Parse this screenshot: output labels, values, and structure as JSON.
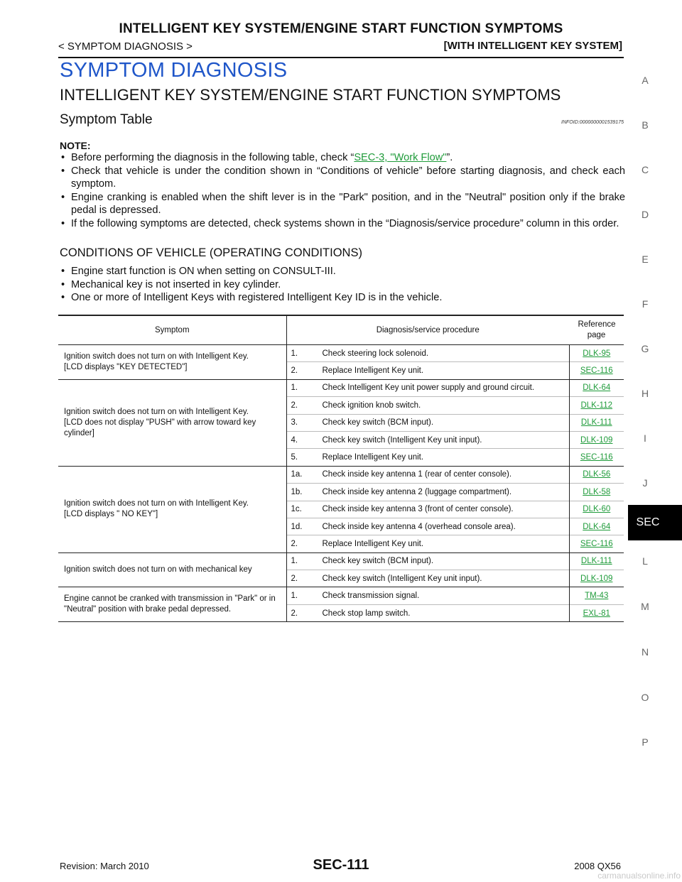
{
  "header": {
    "title": "INTELLIGENT KEY SYSTEM/ENGINE START FUNCTION SYMPTOMS",
    "left": "< SYMPTOM DIAGNOSIS >",
    "right": "[WITH INTELLIGENT KEY SYSTEM]"
  },
  "section_title": "SYMPTOM DIAGNOSIS",
  "subsection_title": "INTELLIGENT KEY SYSTEM/ENGINE START FUNCTION SYMPTOMS",
  "table_title": "Symptom Table",
  "infoid": "INFOID:0000000001539175",
  "note": {
    "label": "NOTE:",
    "b1_pre": "Before performing the diagnosis in the following table, check “",
    "b1_link": "SEC-3, \"Work Flow\"",
    "b1_post": "”.",
    "b2": "Check that vehicle is under the condition shown in “Conditions of vehicle” before starting diagnosis, and check each symptom.",
    "b3": "Engine cranking is enabled when the shift lever is in the \"Park\" position, and in the \"Neutral\" position only if the brake pedal is depressed.",
    "b4": "If the following symptoms are detected, check systems shown in the “Diagnosis/service procedure” column in this order."
  },
  "conditions": {
    "title": "CONDITIONS OF VEHICLE (OPERATING CONDITIONS)",
    "items": [
      "Engine start function is ON when setting on CONSULT-III.",
      "Mechanical key is not inserted in key cylinder.",
      "One or more of Intelligent Keys with registered Intelligent Key ID is in the vehicle."
    ]
  },
  "table": {
    "headers": {
      "symptom": "Symptom",
      "procedure": "Diagnosis/service procedure",
      "reference": "Reference page"
    },
    "groups": [
      {
        "symptom": "Ignition switch does not turn on with Intelligent Key.\n[LCD displays \"KEY DETECTED\"]",
        "steps": [
          {
            "num": "1.",
            "text": "Check steering lock solenoid.",
            "ref": "DLK-95"
          },
          {
            "num": "2.",
            "text": "Replace Intelligent Key unit.",
            "ref": "SEC-116"
          }
        ]
      },
      {
        "symptom": "Ignition switch does not turn on with Intelligent Key.\n[LCD does not display \"PUSH\" with arrow toward key cylinder]",
        "steps": [
          {
            "num": "1.",
            "text": "Check Intelligent Key unit power supply and ground circuit.",
            "ref": "DLK-64"
          },
          {
            "num": "2.",
            "text": "Check ignition knob switch.",
            "ref": "DLK-112"
          },
          {
            "num": "3.",
            "text": "Check key switch (BCM input).",
            "ref": "DLK-111"
          },
          {
            "num": "4.",
            "text": "Check key switch (Intelligent Key unit input).",
            "ref": "DLK-109"
          },
          {
            "num": "5.",
            "text": "Replace Intelligent Key unit.",
            "ref": "SEC-116"
          }
        ]
      },
      {
        "symptom": "Ignition switch does not turn on with Intelligent Key.\n[LCD displays \" NO KEY\"]",
        "steps": [
          {
            "num": "1a.",
            "text": "Check inside key antenna 1 (rear of center console).",
            "ref": "DLK-56"
          },
          {
            "num": "1b.",
            "text": "Check inside key antenna 2 (luggage compartment).",
            "ref": "DLK-58"
          },
          {
            "num": "1c.",
            "text": "Check inside key antenna 3 (front of center console).",
            "ref": "DLK-60"
          },
          {
            "num": "1d.",
            "text": "Check inside key antenna 4 (overhead console area).",
            "ref": "DLK-64"
          },
          {
            "num": "2.",
            "text": "Replace Intelligent Key unit.",
            "ref": "SEC-116"
          }
        ]
      },
      {
        "symptom": "Ignition switch does not turn on with mechanical key",
        "steps": [
          {
            "num": "1.",
            "text": "Check key switch (BCM input).",
            "ref": "DLK-111"
          },
          {
            "num": "2.",
            "text": "Check key switch (Intelligent Key unit input).",
            "ref": "DLK-109"
          }
        ]
      },
      {
        "symptom": "Engine cannot be cranked with transmission in \"Park\" or in \"Neutral\" position with brake pedal depressed.",
        "steps": [
          {
            "num": "1.",
            "text": "Check transmission signal.",
            "ref": "TM-43"
          },
          {
            "num": "2.",
            "text": "Check stop lamp switch.",
            "ref": "EXL-81"
          }
        ]
      }
    ]
  },
  "side_index": [
    "A",
    "B",
    "C",
    "D",
    "E",
    "F",
    "G",
    "H",
    "I",
    "J",
    "L",
    "M",
    "N",
    "O",
    "P"
  ],
  "side_tab": "SEC",
  "footer": {
    "left": "Revision: March 2010",
    "center": "SEC-111",
    "right": "2008 QX56",
    "watermark": "carmanualsonline.info"
  },
  "colors": {
    "heading_blue": "#1f56c9",
    "link_green": "#1f9b3a"
  }
}
